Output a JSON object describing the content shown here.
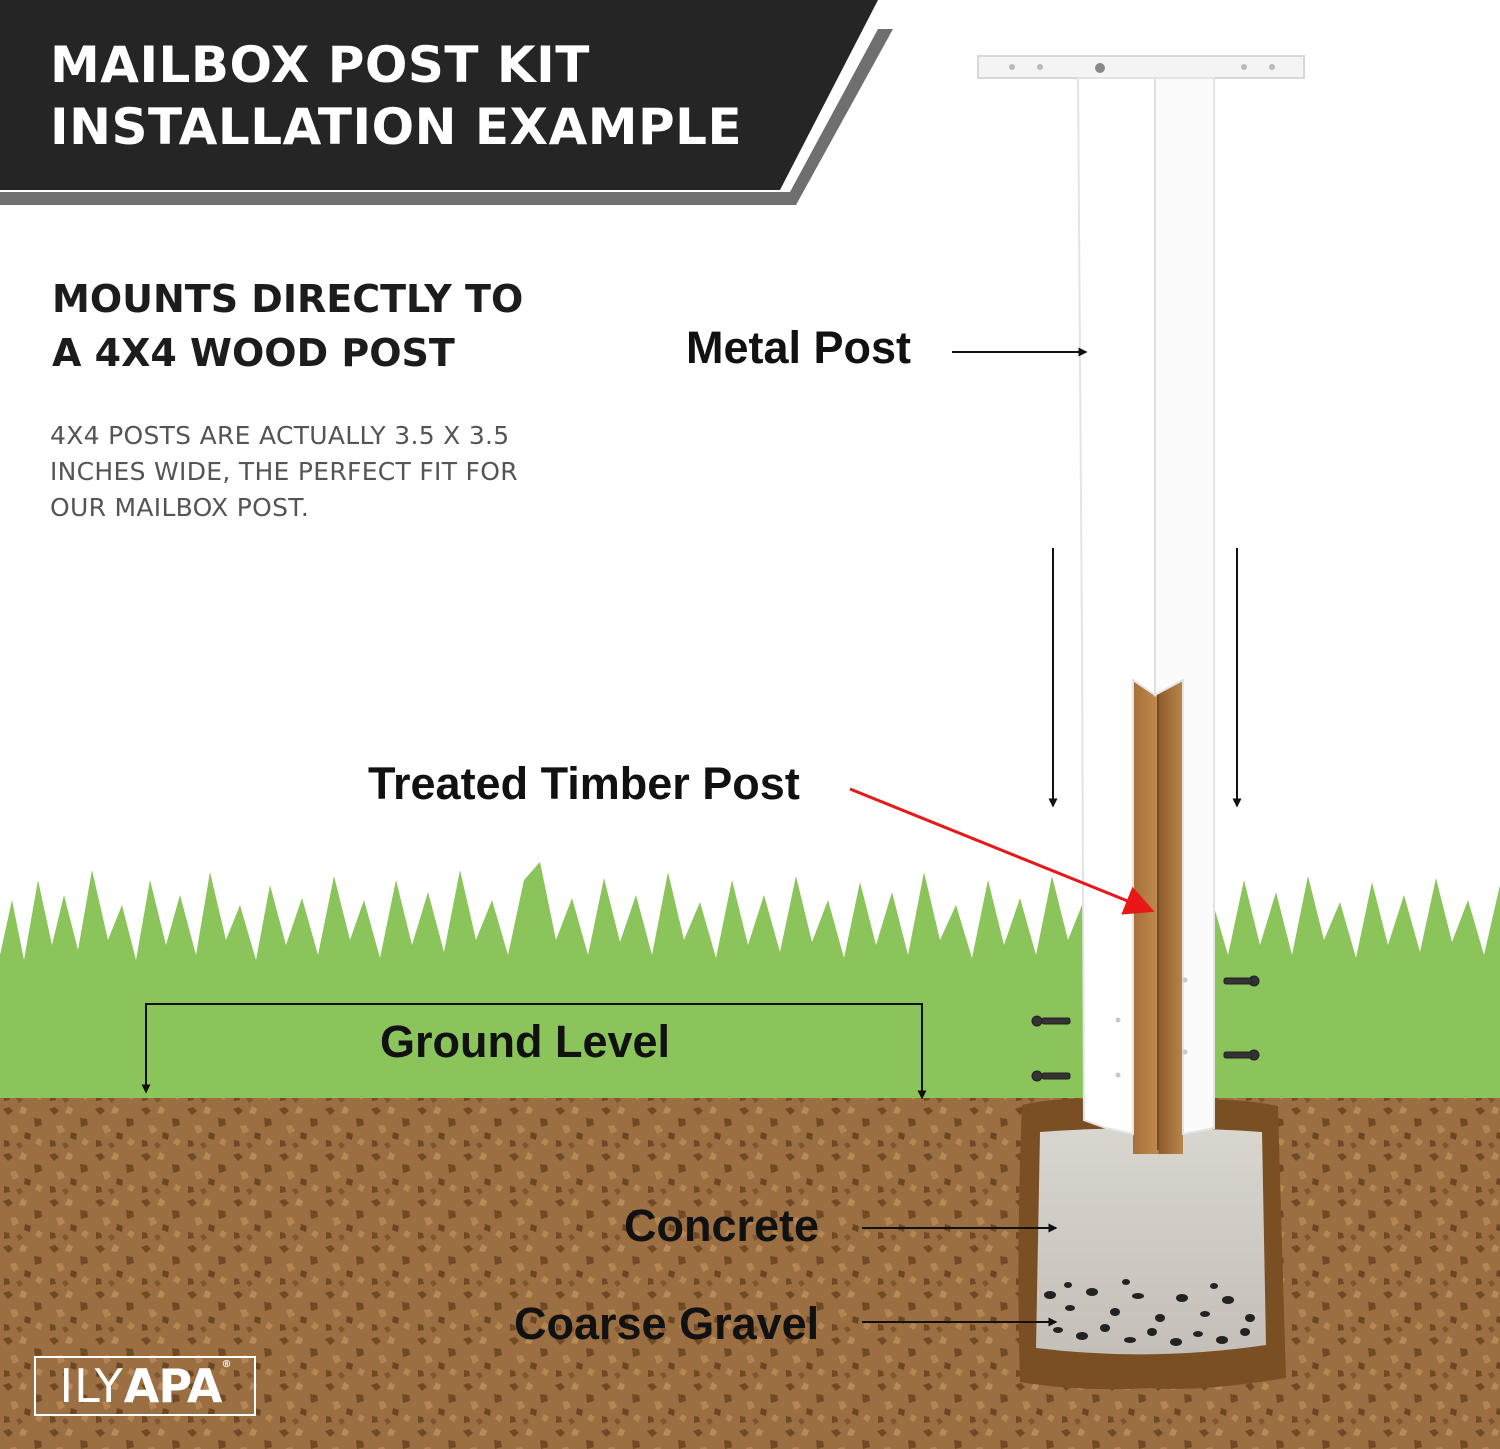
{
  "banner": {
    "line1": "MAILBOX POST KIT",
    "line2": "INSTALLATION EXAMPLE",
    "background": "#252525",
    "stripe": "#6f6f6f"
  },
  "intro": {
    "headline_line1": "MOUNTS DIRECTLY TO",
    "headline_line2": "A 4X4 WOOD POST",
    "body_line1": "4X4 POSTS ARE ACTUALLY 3.5 X 3.5",
    "body_line2": "INCHES WIDE, THE PERFECT FIT FOR",
    "body_line3": "OUR MAILBOX POST."
  },
  "labels": {
    "metal_post": "Metal Post",
    "timber_post": "Treated Timber Post",
    "ground_level": "Ground Level",
    "concrete": "Concrete",
    "gravel": "Coarse Gravel"
  },
  "brand": {
    "logo_thin": "ILY",
    "logo_bold": "APA",
    "registered": "®"
  },
  "colors": {
    "grass": "#8bc45a",
    "soil": "#9a6e40",
    "soil_speckle": "#6e4a24",
    "hole": "#7a4f24",
    "concrete": "#cfcac4",
    "timber": "#b98449",
    "metal": "#ffffff",
    "pointer_red": "#e81818"
  },
  "icons": {
    "arrow": "arrow-icon",
    "screw": "screw-icon"
  }
}
